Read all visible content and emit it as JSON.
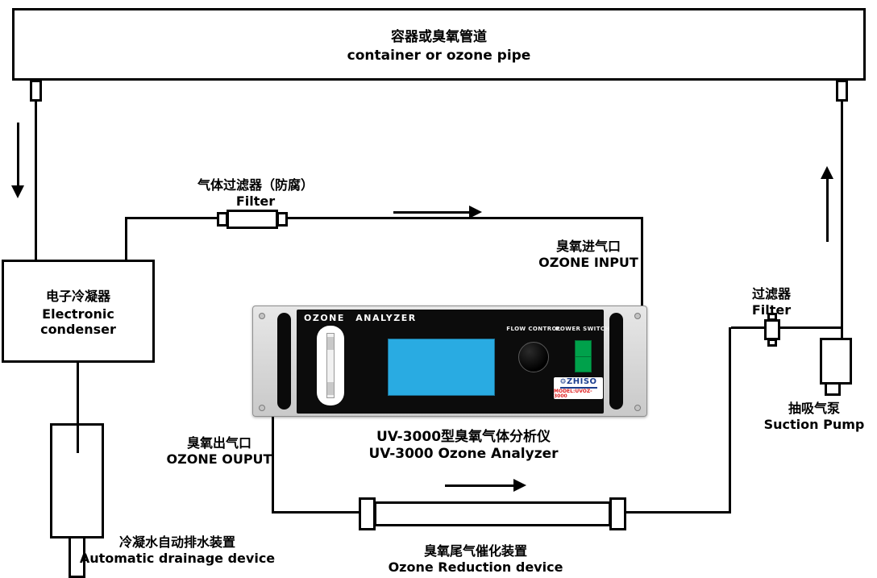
{
  "labels": {
    "pipe": {
      "zh": "容器或臭氧管道",
      "en": "container or ozone pipe"
    },
    "gas_filter": {
      "zh": "气体过滤器（防腐）",
      "en": "Filter"
    },
    "ozone_input": {
      "zh": "臭氧进气口",
      "en": "OZONE INPUT"
    },
    "condenser": {
      "zh": "电子冷凝器",
      "en": "Electronic condenser"
    },
    "right_filter": {
      "zh": "过滤器",
      "en": "Filter"
    },
    "suction_pump": {
      "zh": "抽吸气泵",
      "en": "Suction Pump"
    },
    "ozone_output": {
      "zh": "臭氧出气口",
      "en": "OZONE OUPUT"
    },
    "analyzer_caption": {
      "zh": "UV-3000型臭氧气体分析仪",
      "en": "UV-3000 Ozone Analyzer"
    },
    "drainage": {
      "zh": "冷凝水自动排水装置",
      "en": "Automatic drainage device"
    },
    "reduction": {
      "zh": "臭氧尾气催化装置",
      "en": "Ozone Reduction device"
    }
  },
  "panel": {
    "title": "OZONE ANALYZER",
    "flow_control_label": "FLOW CONTROL",
    "power_switch_label": "POWER SWITCH",
    "brand": "ZHISO",
    "model": "MODEL:UVOZ-3000"
  },
  "icons": {
    "flow_arrows": "solid-triangle-arrow",
    "brand_mark": "gear"
  },
  "colors": {
    "line": "#000000",
    "panel_body": "#d6d6d6",
    "panel_face": "#0c0c0c",
    "screen": "#29abe2",
    "switch": "#00a14b",
    "brand_blue": "#1c3e8e",
    "model_red": "#e02020"
  }
}
